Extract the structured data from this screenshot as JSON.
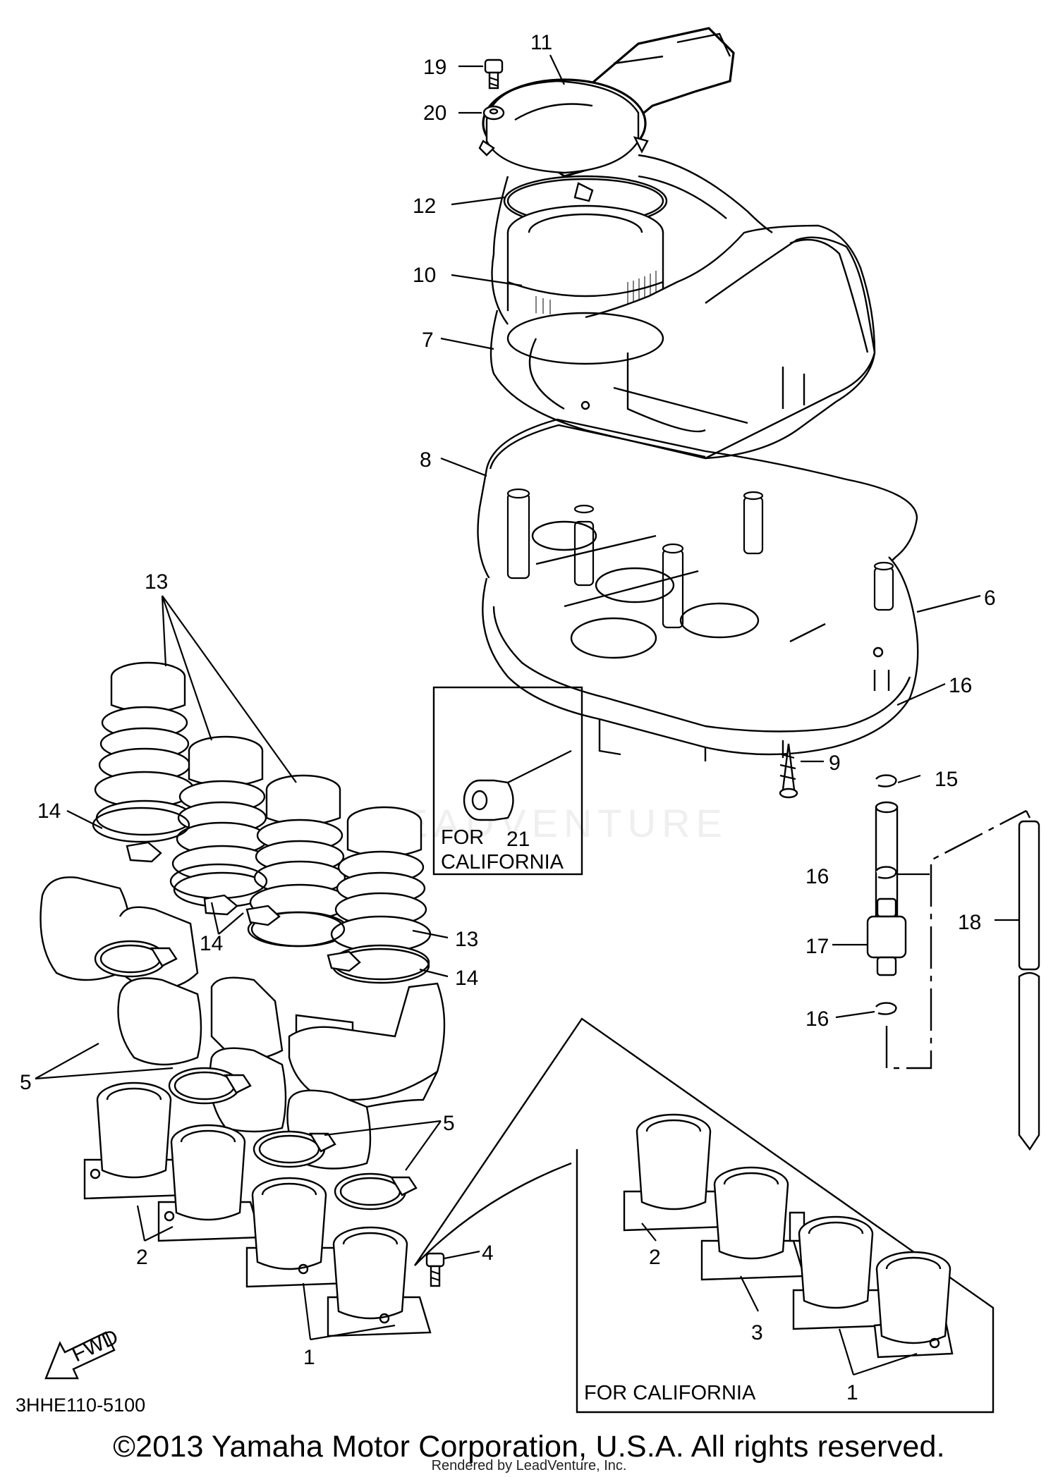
{
  "diagram": {
    "callouts": {
      "p1": "1",
      "p2": "2",
      "p3": "3",
      "p4": "4",
      "p5": "5",
      "p6": "6",
      "p7": "7",
      "p8": "8",
      "p9": "9",
      "p10": "10",
      "p11": "11",
      "p12": "12",
      "p13": "13",
      "p14": "14",
      "p15": "15",
      "p16": "16",
      "p17": "17",
      "p18": "18",
      "p19": "19",
      "p20": "20",
      "p21": "21"
    },
    "california_box_upper": [
      "FOR",
      "CALIFORNIA"
    ],
    "california_box_lower": "FOR CALIFORNIA",
    "fwd_label": "FWD",
    "diagram_code": "3HHE110-5100",
    "watermark": "LEADVENTURE"
  },
  "footer": {
    "copyright": "©2013 Yamaha Motor Corporation, U.S.A. All rights reserved.",
    "rendered_by": "Rendered by LeadVenture, Inc."
  }
}
